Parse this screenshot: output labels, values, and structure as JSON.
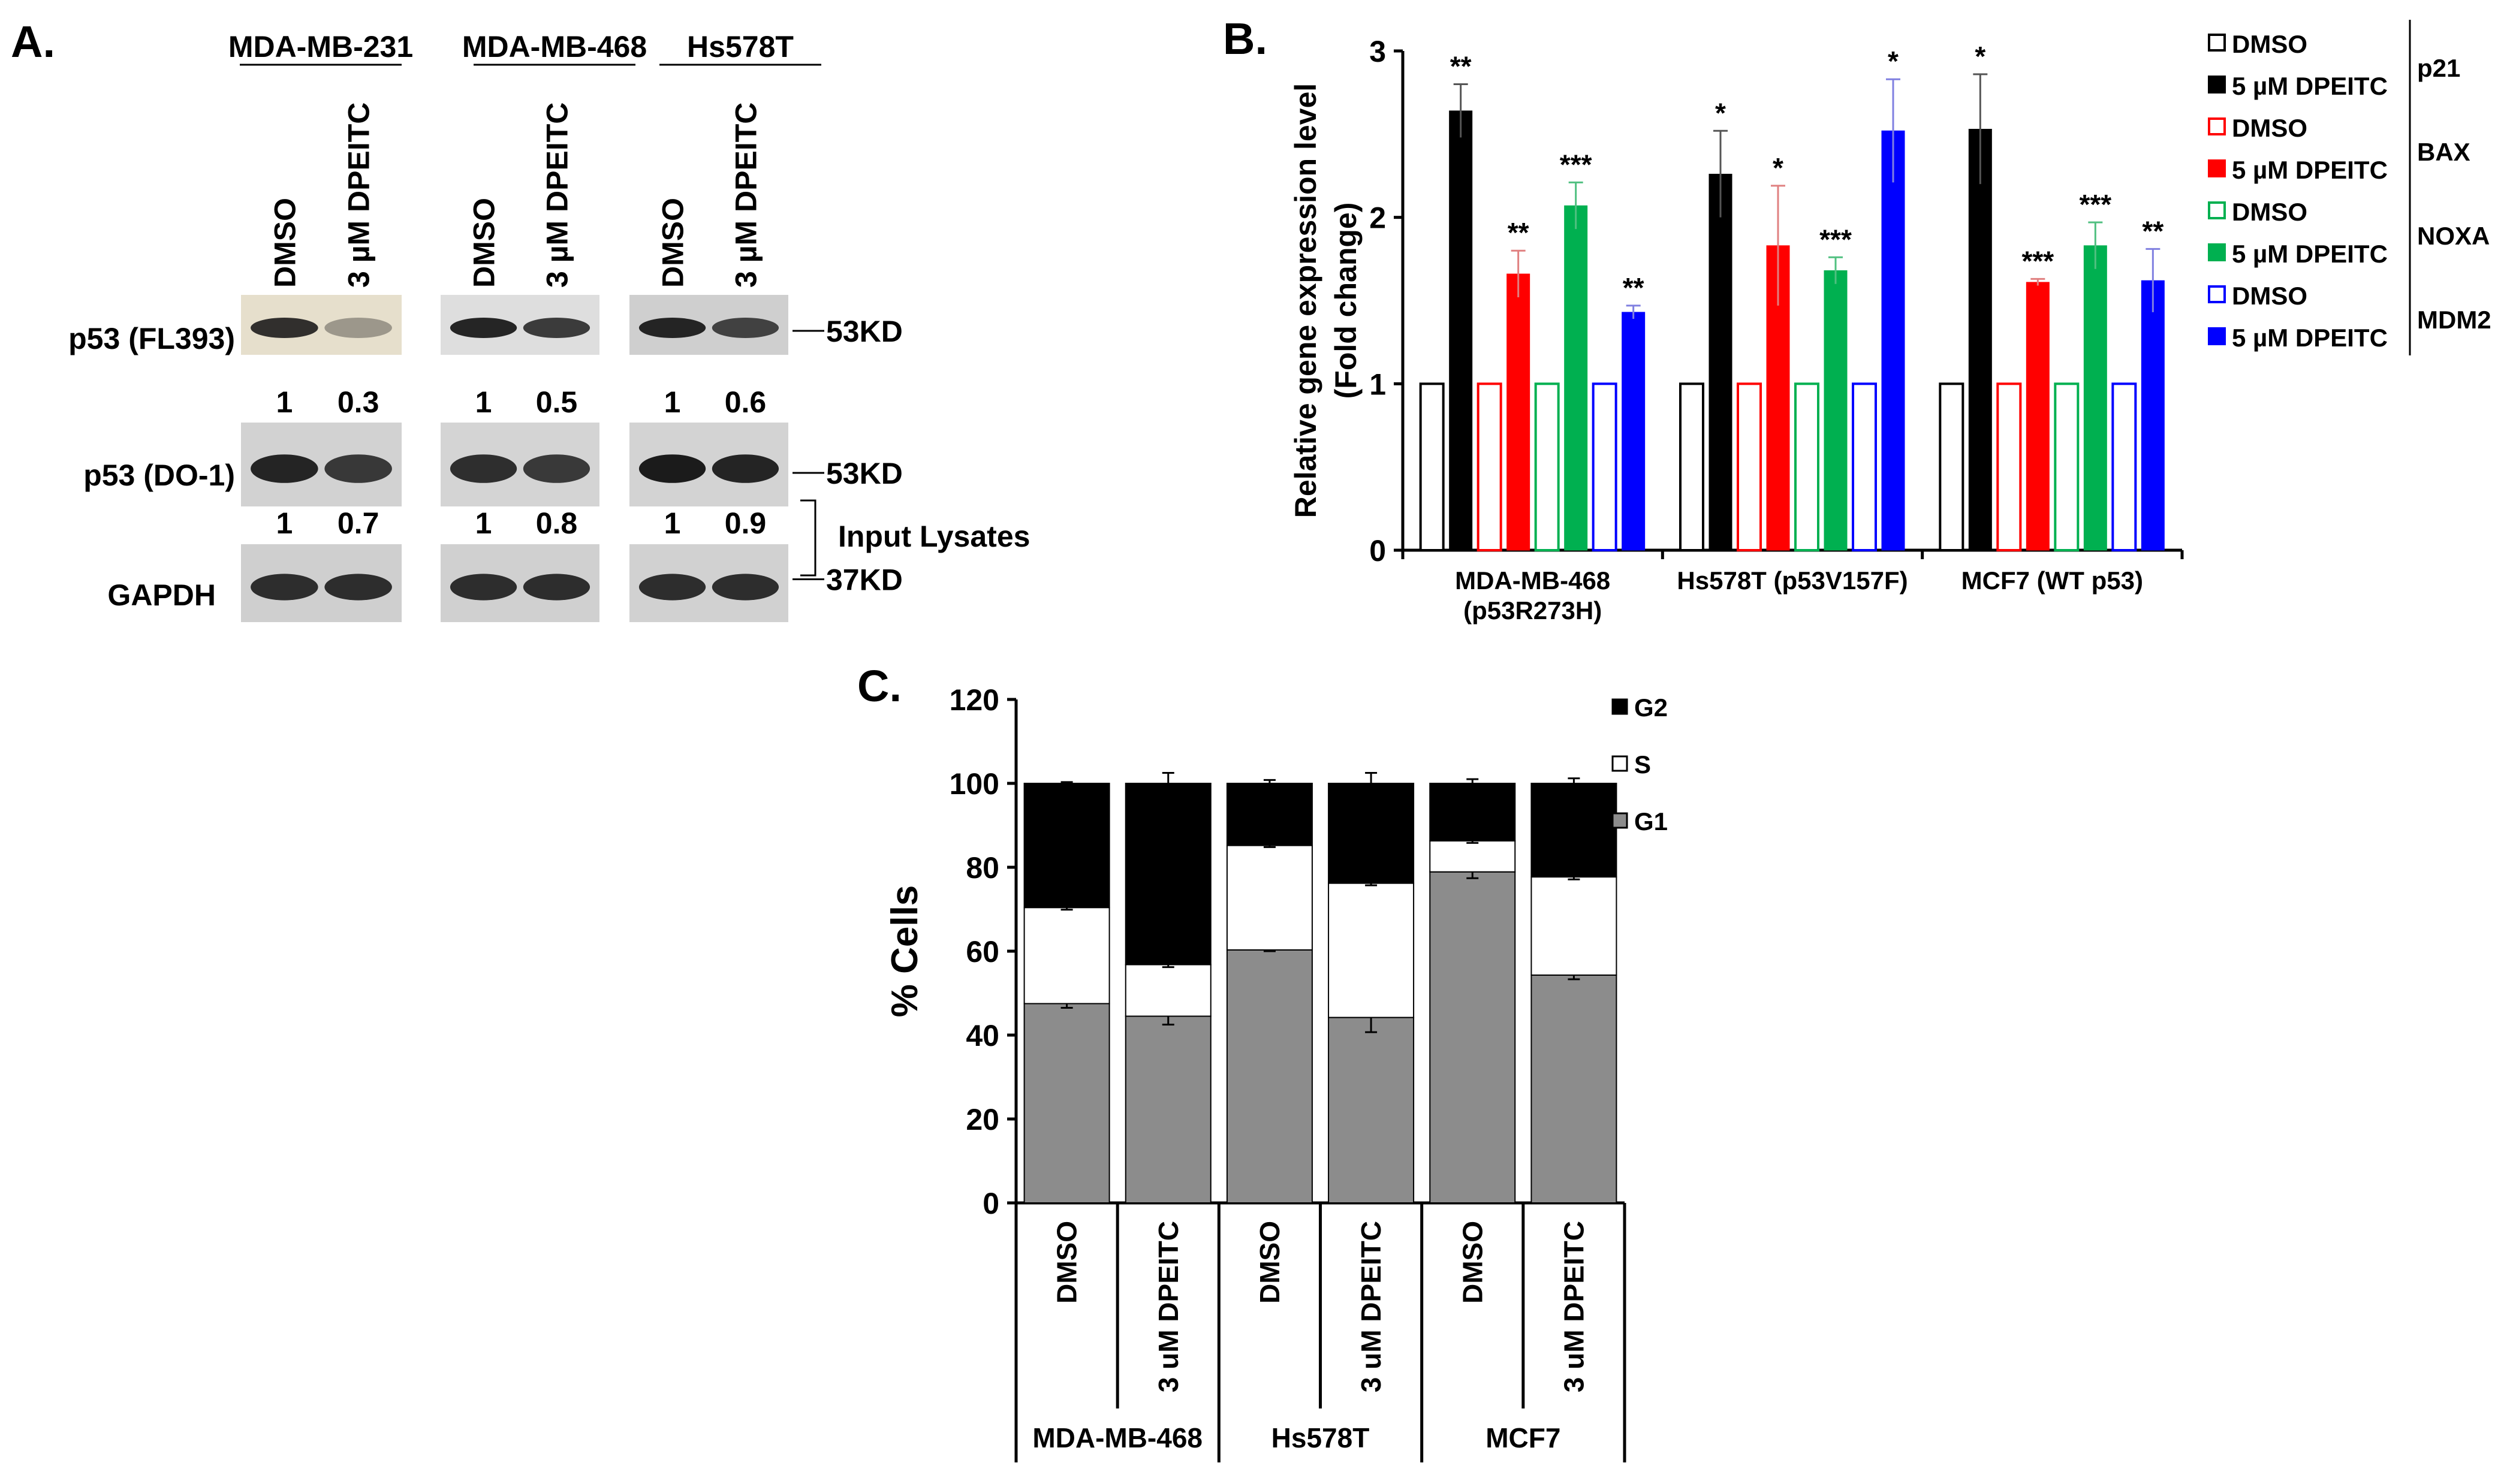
{
  "panels": {
    "a": "A.",
    "b": "B.",
    "c": "C."
  },
  "colors": {
    "p21": "#000000",
    "BAX": "#ff0000",
    "NOXA": "#00b050",
    "MDM2": "#0000ff",
    "G1": "#8c8c8c",
    "S": "#ffffff",
    "G2": "#000000"
  },
  "blot": {
    "cell_lines": [
      "MDA-MB-231",
      "MDA-MB-468",
      "Hs578T"
    ],
    "lane_labels": [
      "DMSO",
      "3 µM  DPEITC"
    ],
    "rows": [
      {
        "label": "p53 (FL393)",
        "size": "53KD",
        "quant": [
          [
            "1",
            "0.3"
          ],
          [
            "1",
            "0.5"
          ],
          [
            "1",
            "0.6"
          ]
        ]
      },
      {
        "label": "p53 (DO-1)",
        "size": "53KD",
        "quant": [
          [
            "1",
            "0.7"
          ],
          [
            "1",
            "0.8"
          ],
          [
            "1",
            "0.9"
          ]
        ]
      },
      {
        "label": "GAPDH",
        "size": "37KD",
        "quant": []
      }
    ],
    "bracket_label": "Input Lysates"
  },
  "chart_data": [
    {
      "type": "bar",
      "ylabel": "Relative gene expression level (Fold change)",
      "ylim": [
        0,
        3
      ],
      "yticks": [
        0,
        1,
        2,
        3
      ],
      "categories": [
        "MDA-MB-468 (p53R273H)",
        "Hs578T (p53V157F)",
        "MCF7 (WT p53)"
      ],
      "genes": [
        "p21",
        "BAX",
        "NOXA",
        "MDM2"
      ],
      "legend_entries": [
        "DMSO",
        "5 µM DPEITC"
      ],
      "series": [
        {
          "gene": "p21",
          "treatment": "DMSO",
          "values": [
            1,
            1,
            1
          ],
          "errors": [
            0,
            0,
            0
          ],
          "stars": [
            "",
            "",
            ""
          ]
        },
        {
          "gene": "p21",
          "treatment": "5 µM DPEITC",
          "values": [
            2.64,
            2.26,
            2.53
          ],
          "errors": [
            0.16,
            0.26,
            0.33
          ],
          "stars": [
            "**",
            "*",
            "*"
          ]
        },
        {
          "gene": "BAX",
          "treatment": "DMSO",
          "values": [
            1,
            1,
            1
          ],
          "errors": [
            0,
            0,
            0
          ],
          "stars": [
            "",
            "",
            ""
          ]
        },
        {
          "gene": "BAX",
          "treatment": "5 µM DPEITC",
          "values": [
            1.66,
            1.83,
            1.61
          ],
          "errors": [
            0.14,
            0.36,
            0.02
          ],
          "stars": [
            "**",
            "*",
            "***"
          ]
        },
        {
          "gene": "NOXA",
          "treatment": "DMSO",
          "values": [
            1,
            1,
            1
          ],
          "errors": [
            0,
            0,
            0
          ],
          "stars": [
            "",
            "",
            ""
          ]
        },
        {
          "gene": "NOXA",
          "treatment": "5 µM DPEITC",
          "values": [
            2.07,
            1.68,
            1.83
          ],
          "errors": [
            0.14,
            0.08,
            0.14
          ],
          "stars": [
            "***",
            "***",
            "***"
          ]
        },
        {
          "gene": "MDM2",
          "treatment": "DMSO",
          "values": [
            1,
            1,
            1
          ],
          "errors": [
            0,
            0,
            0
          ],
          "stars": [
            "",
            "",
            ""
          ]
        },
        {
          "gene": "MDM2",
          "treatment": "5 µM DPEITC",
          "values": [
            1.43,
            2.52,
            1.62
          ],
          "errors": [
            0.04,
            0.31,
            0.19
          ],
          "stars": [
            "**",
            "*",
            "**"
          ]
        }
      ],
      "legend_placement": "right"
    },
    {
      "type": "bar",
      "stacked": true,
      "ylabel": "% Cells",
      "ylim": [
        0,
        120
      ],
      "yticks": [
        0,
        20,
        40,
        60,
        80,
        100,
        120
      ],
      "categories": [
        "DMSO",
        "3 uM DPEITC",
        "DMSO",
        "3 uM DPEITC",
        "DMSO",
        "3 uM DPEITC"
      ],
      "groups": [
        "MDA-MB-468",
        "Hs578T",
        "MCF7"
      ],
      "series": [
        {
          "name": "G1",
          "values": [
            47.5,
            44.5,
            60.3,
            44.2,
            78.9,
            54.3
          ],
          "errors": [
            1.0,
            2.0,
            0.3,
            3.5,
            1.5,
            1.0
          ]
        },
        {
          "name": "S",
          "values": [
            22.9,
            12.3,
            24.9,
            32.0,
            7.4,
            23.4
          ],
          "errors": [
            0.5,
            0.6,
            0.4,
            0.5,
            0.5,
            0.6
          ]
        },
        {
          "name": "G2",
          "values": [
            29.6,
            43.2,
            14.8,
            23.8,
            13.7,
            22.3
          ],
          "errors": [
            0.3,
            2.5,
            0.8,
            2.5,
            1.0,
            1.2
          ]
        }
      ],
      "legend": [
        "G2",
        "S",
        "G1"
      ],
      "legend_placement": "top-right"
    }
  ]
}
